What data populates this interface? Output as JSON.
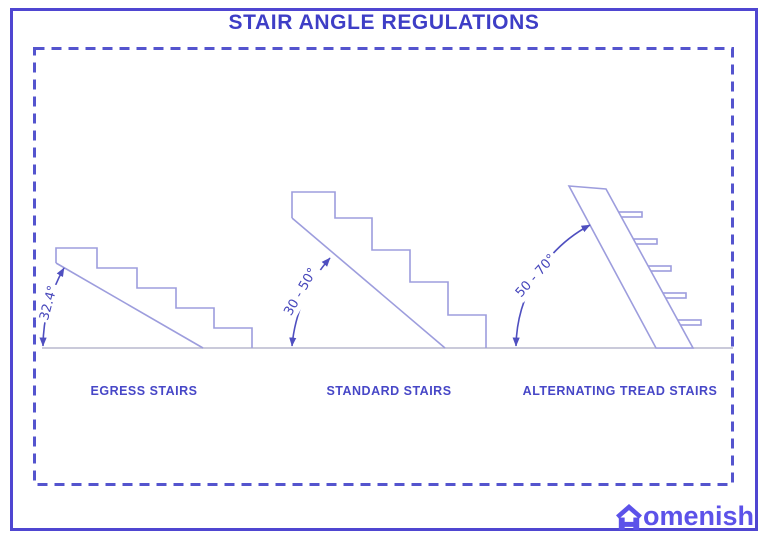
{
  "title": "STAIR ANGLE REGULATIONS",
  "diagrams": [
    {
      "id": "egress",
      "label": "EGRESS STAIRS",
      "angle_label": "32.4°",
      "angle_value_deg": 32.4,
      "steps": 5
    },
    {
      "id": "standard",
      "label": "STANDARD STAIRS",
      "angle_label": "30 - 50°",
      "angle_range_deg": [
        30,
        50
      ],
      "steps": 5
    },
    {
      "id": "alternating-tread",
      "label": "ALTERNATING TREAD STAIRS",
      "angle_label": "50 - 70°",
      "angle_range_deg": [
        50,
        70
      ],
      "treads": 5
    }
  ],
  "logo": {
    "brand": "Homenish",
    "text": "omenish",
    "icon": "house-icon"
  },
  "colors": {
    "background": "#ffffff",
    "outer-border": "#4f46d1",
    "dashed-border": "#5454ce",
    "title-text": "#3e3ec6",
    "caption-text": "#4747c7",
    "stair-line": "#9d9ddd",
    "ground-line": "#b9b9ce",
    "arc-line": "#4f4fc0",
    "angle-text": "#4646bb",
    "logo": "#5c52e9"
  }
}
